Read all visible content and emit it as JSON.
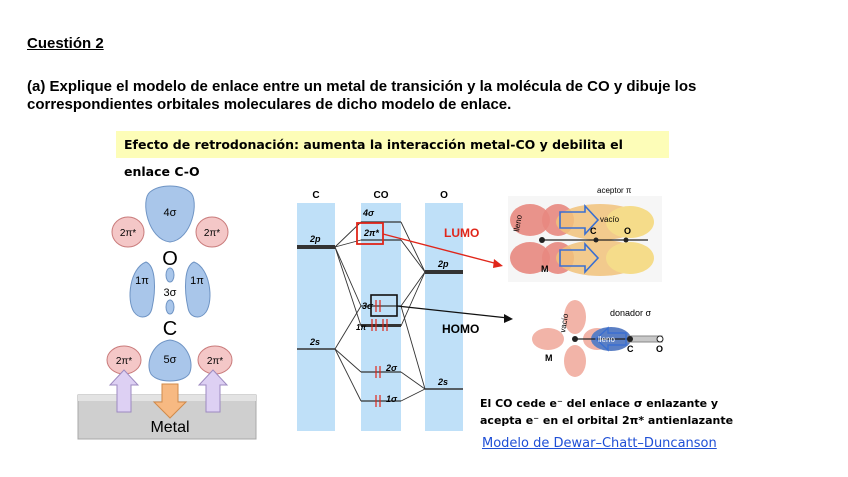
{
  "question": {
    "title": "Cuestión 2",
    "prompt": "(a) Explique el modelo de enlace entre un metal de transición y la molécula de CO y dibuje los correspondientes orbitales moleculares de dicho modelo de enlace."
  },
  "banner": "Efecto de retrodonación: aumenta la interacción metal-CO y debilita el enlace C-O",
  "left_diagram": {
    "labels": {
      "sigma4": "4σ",
      "pi_upper_left": "2π*",
      "pi_upper_right": "2π*",
      "atom_O": "O",
      "pi1_left": "1π",
      "pi1_right": "1π",
      "sigma3": "3σ",
      "atom_C": "C",
      "pi_lower_left": "2π*",
      "sigma5": "5σ",
      "pi_lower_right": "2π*",
      "metal": "Metal"
    },
    "colors": {
      "lobe_blue": "#a9c6ea",
      "lobe_pink": "#f4c7c7",
      "metal_gray": "#cfcfcf",
      "arrow_purple": "#ddd0f3",
      "arrow_orange": "#f7b982"
    }
  },
  "mo_diagram": {
    "columns": {
      "C": "C",
      "CO": "CO",
      "O": "O"
    },
    "levels": {
      "c_2p": "2p",
      "c_2s": "2s",
      "co_4sigma": "4σ",
      "co_2pi": "2π*",
      "co_3sigma": "3σ",
      "co_1pi": "1π",
      "co_2sigma": "2σ",
      "co_1sigma": "1σ",
      "o_2p": "2p",
      "o_2s": "2s"
    },
    "lumo": "LUMO",
    "homo": "HOMO",
    "colors": {
      "column_blue": "#bfe0f8",
      "lumo_red": "#e0261a"
    }
  },
  "acceptor_diagram": {
    "header": "aceptor π",
    "lleno": "lleno",
    "vacio": "vacío",
    "atom_C": "C",
    "atom_O": "O",
    "metal": "M"
  },
  "donor_diagram": {
    "header": "donador σ",
    "vacio": "vacío",
    "lleno": "lleno",
    "atom_C": "C",
    "atom_O": "O",
    "metal": "M"
  },
  "caption": {
    "line1": "El CO cede e⁻ del enlace σ enlazante y",
    "line2": "acepta e⁻ en el orbital 2π* antienlazante"
  },
  "link": "Modelo de Dewar–Chatt–Duncanson"
}
